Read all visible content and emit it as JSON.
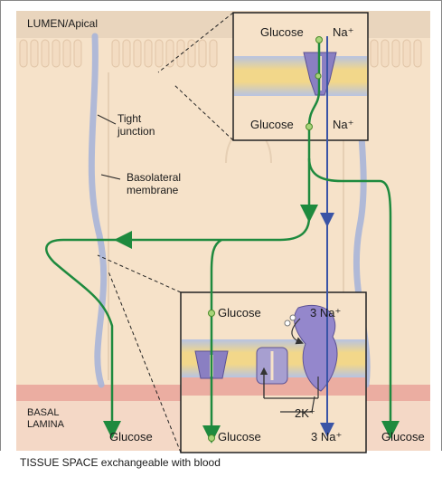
{
  "labels": {
    "lumen_apical": "LUMEN/Apical",
    "tight_junction": "Tight\njunction",
    "basolateral_membrane": "Basolateral\nmembrane",
    "basal_lamina": "BASAL\nLAMINA",
    "tissue_space": "TISSUE SPACE exchangeable with blood"
  },
  "top_inset": {
    "glucose_top": "Glucose",
    "na_top": "Na⁺",
    "glucose_bottom": "Glucose",
    "na_bottom": "Na⁺"
  },
  "bottom_inset": {
    "glucose_in": "Glucose",
    "na3_in": "3 Na⁺",
    "k2": "2K⁺",
    "glucose_out": "Glucose",
    "na3_out": "3 Na⁺"
  },
  "outside_labels": {
    "glucose_left": "Glucose",
    "glucose_right": "Glucose"
  },
  "colors": {
    "background": "#f6e2c9",
    "lumen": "#e9d5bd",
    "basal_lamina": "#e9a39a",
    "membrane_blue": "#a9b5d8",
    "glucose_arrow": "#1e8a3e",
    "sodium_arrow": "#3a54a6",
    "transporter": "#8a7fc2"
  }
}
